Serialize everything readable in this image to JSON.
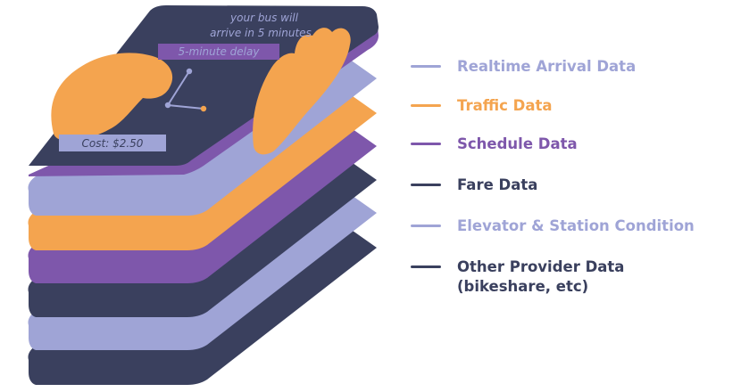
{
  "colors": {
    "navy": "#3a405e",
    "lavender": "#9fa4d6",
    "orange": "#f4a44f",
    "purple": "#7e57ab",
    "white": "#ffffff"
  },
  "phone": {
    "arrival_line1": "your bus will",
    "arrival_line2": "arrive in 5 minutes",
    "delay_badge": "5-minute delay",
    "cost_badge": "Cost: $2.50"
  },
  "layers": [
    {
      "name": "layer-fare-lower",
      "color": "navy"
    },
    {
      "name": "layer-elevator-lower",
      "color": "lavender"
    },
    {
      "name": "layer-other-provider",
      "color": "navy"
    },
    {
      "name": "layer-schedule",
      "color": "purple"
    },
    {
      "name": "layer-traffic",
      "color": "orange"
    },
    {
      "name": "layer-realtime",
      "color": "lavender"
    }
  ],
  "legend": [
    {
      "label": "Realtime Arrival Data",
      "color": "#9fa4d6",
      "text_color": "#9fa4d6"
    },
    {
      "label": "Traffic Data",
      "color": "#f4a44f",
      "text_color": "#f4a44f"
    },
    {
      "label": "Schedule Data",
      "color": "#7e57ab",
      "text_color": "#7e57ab"
    },
    {
      "label": "Fare Data",
      "color": "#3a405e",
      "text_color": "#3a405e"
    },
    {
      "label": "Elevator & Station Condition",
      "color": "#9fa4d6",
      "text_color": "#9fa4d6"
    },
    {
      "label": "Other Provider Data\n(bikeshare, etc)",
      "color": "#3a405e",
      "text_color": "#3a405e"
    }
  ]
}
